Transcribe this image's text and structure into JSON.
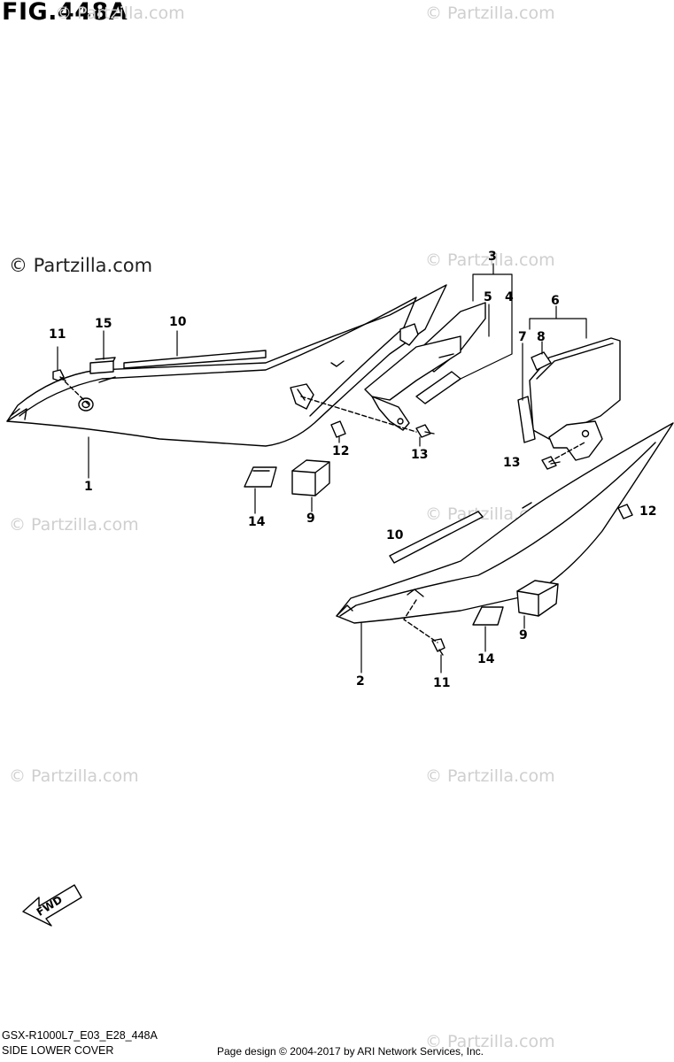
{
  "figure": {
    "title": "FIG.448A",
    "code": "GSX-R1000L7_E03_E28_448A",
    "name": "SIDE LOWER COVER",
    "credit": "Page design © 2004-2017 by ARI Network Services, Inc."
  },
  "watermark_text": "© Partzilla.com",
  "fwd_label": "FWD",
  "callouts": {
    "c3": "3",
    "c5": "5",
    "c4": "4",
    "c6": "6",
    "c7": "7",
    "c8": "8",
    "c11a": "11",
    "c15": "15",
    "c10a": "10",
    "c1": "1",
    "c12a": "12",
    "c13a": "13",
    "c14a": "14",
    "c9a": "9",
    "c13b": "13",
    "c12b": "12",
    "c10b": "10",
    "c2": "2",
    "c14b": "14",
    "c9b": "9",
    "c11b": "11"
  },
  "colors": {
    "line": "#000000",
    "fill": "#ffffff",
    "watermark": "#cfcfcf"
  }
}
